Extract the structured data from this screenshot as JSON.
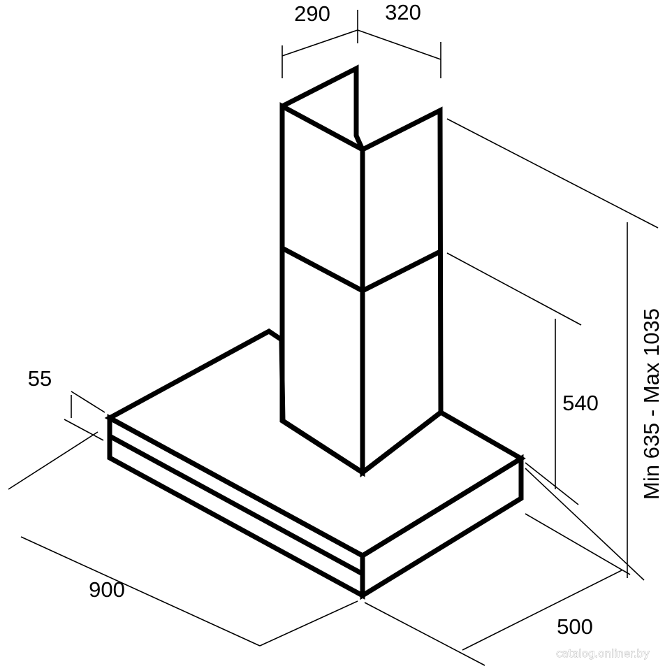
{
  "dimensions": {
    "chimney_depth": "290",
    "chimney_width": "320",
    "height_range": "Min 635 - Max 1035",
    "lower_height": "540",
    "canopy_thickness": "55",
    "width": "900",
    "depth": "500"
  },
  "watermark": "catalog.onliner.by"
}
